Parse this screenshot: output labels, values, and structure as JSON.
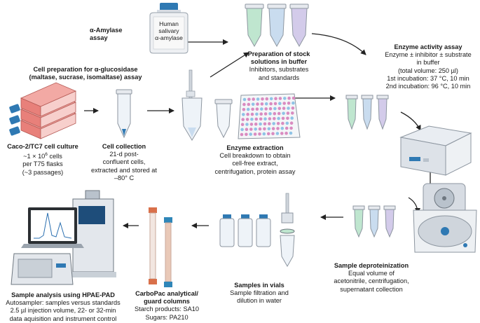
{
  "amylase": {
    "title": "α-Amylase",
    "title2": "assay",
    "bottle": [
      "Human",
      "salivary",
      "α-amylase"
    ]
  },
  "cell_prep": {
    "title1": "Cell preparation for α-glucosidase",
    "title2": "(maltase, sucrase, isomaltase) assay"
  },
  "culture": {
    "title": "Caco-2/TC7 cell culture",
    "line1_a": "~1 × 10",
    "line1_sup": "6",
    "line1_b": " cells",
    "line2": "per T75 flasks",
    "line3": "(~3 passages)"
  },
  "collection": {
    "title": "Cell collection",
    "lines": [
      "21-d post-",
      "confluent cells,",
      "extracted and stored at",
      "–80° C"
    ]
  },
  "extraction": {
    "title": "Enzyme extraction",
    "lines": [
      "Cell breakdown to obtain",
      "cell-free extract,",
      "centrifugation, protein assay"
    ]
  },
  "stock": {
    "title1": "Preparation of stock",
    "title2": "solutions in buffer",
    "lines": [
      "Inhibitors, substrates",
      "and standards"
    ]
  },
  "activity": {
    "title": "Enzyme activity assay",
    "lines": [
      "Enzyme ± inhibitor ± substrate",
      "in buffer",
      "(total volume: 250 µl)",
      "1st incubation: 37 °C, 10 min",
      "2nd incubation: 96 °C, 10 min"
    ]
  },
  "deprot": {
    "title": "Sample deproteinization",
    "lines": [
      "Equal volume of",
      "acetonitrile, centrifugation,",
      "supernatant collection"
    ]
  },
  "vials": {
    "title": "Samples in vials",
    "lines": [
      "Sample filtration and",
      "dilution in water"
    ]
  },
  "carbopac": {
    "title1": "CarboPac analytical/",
    "title2": "guard columns",
    "lines": [
      "Starch products: SA10",
      "Sugars: PA210"
    ]
  },
  "analysis": {
    "title": "Sample analysis using HPAE-PAD",
    "lines": [
      "Autosampler: samples versus standards",
      "2.5 µl injection volume, 22- or 32-min",
      "data aquisition and instrument control"
    ]
  },
  "colors": {
    "flask_red": "#e8807a",
    "tube_green": "#bfe6cf",
    "tube_blue": "#c9dcef",
    "tube_purple": "#d3cbea",
    "column_orange": "#d9704a",
    "column_blue": "#2f86b8",
    "plate_pink": "#d98bc0",
    "plate_blue": "#8fc3e6"
  }
}
